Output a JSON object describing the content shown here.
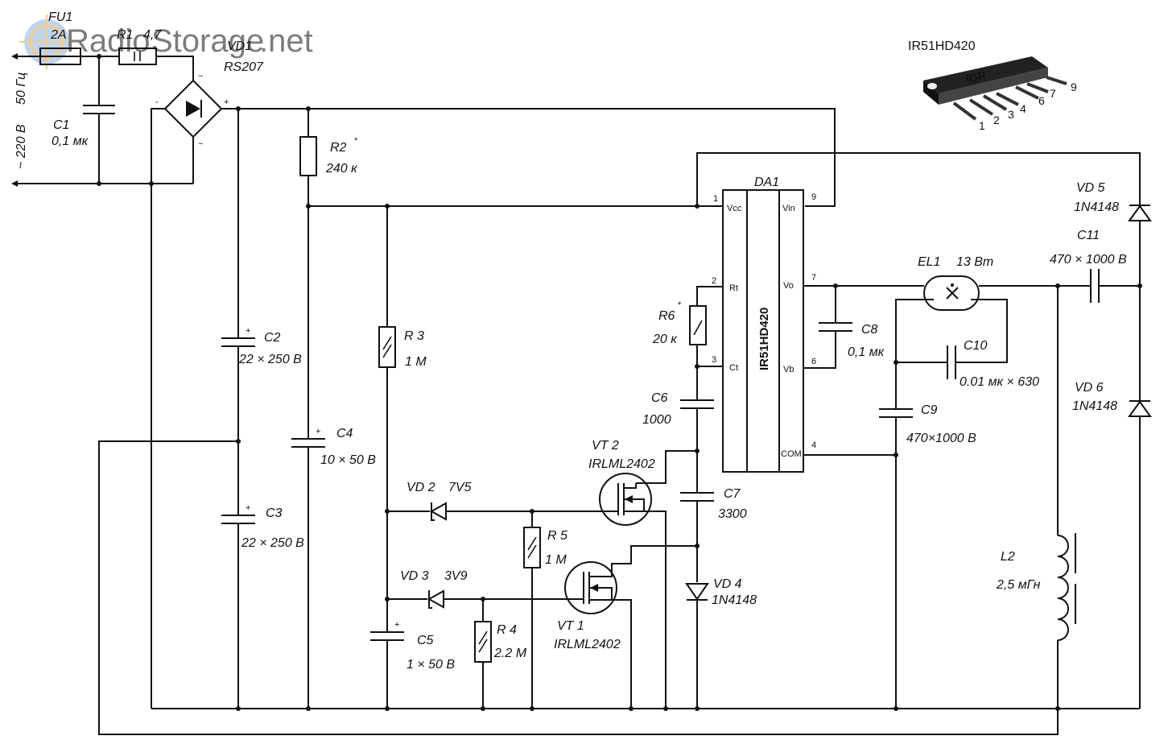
{
  "watermark": {
    "radio": "Radio",
    "storage": "Storage",
    "net": ".net"
  },
  "mains": {
    "voltage": "~ 220 В",
    "freq": "50 Гц"
  },
  "package": {
    "name": "IR51HD420",
    "logo": "IGR",
    "pins": [
      "1",
      "2",
      "3",
      "4",
      "6",
      "7",
      "9"
    ]
  },
  "chip": {
    "ref": "DA1",
    "part": "IR51HD420",
    "pins": {
      "vcc": {
        "num": "1",
        "name": "Vcc"
      },
      "rt": {
        "num": "2",
        "name": "Rt"
      },
      "ct": {
        "num": "3",
        "name": "Ct"
      },
      "vin": {
        "num": "9",
        "name": "Vin"
      },
      "vo": {
        "num": "7",
        "name": "Vo"
      },
      "vb": {
        "num": "6",
        "name": "Vb"
      },
      "com": {
        "num": "4",
        "name": "COM"
      }
    }
  },
  "components": {
    "fu1": {
      "ref": "FU1",
      "value": "2А"
    },
    "r1": {
      "ref": "R1",
      "value": "4,7"
    },
    "vd1": {
      "ref": "VD1",
      "value": "RS207"
    },
    "c1": {
      "ref": "C1",
      "value": "0,1 мк"
    },
    "r2": {
      "ref": "R2",
      "mark": "*",
      "value": "240 к"
    },
    "c2": {
      "ref": "C2",
      "value": "22 × 250 В"
    },
    "c3": {
      "ref": "C3",
      "value": "22 × 250 В"
    },
    "c4": {
      "ref": "C4",
      "value": "10 × 50 В"
    },
    "r3": {
      "ref": "R 3",
      "value": "1 М"
    },
    "r6": {
      "ref": "R6",
      "mark": "*",
      "value": "20 к"
    },
    "c6": {
      "ref": "C6",
      "value": "1000"
    },
    "c7": {
      "ref": "C7",
      "value": "3300"
    },
    "vt2": {
      "ref": "VT 2",
      "value": "IRLML2402"
    },
    "vd2": {
      "ref": "VD 2",
      "value": "7V5"
    },
    "r5": {
      "ref": "R 5",
      "value": "1 М"
    },
    "vd3": {
      "ref": "VD 3",
      "value": "3V9"
    },
    "vt1": {
      "ref": "VT 1",
      "value": "IRLML2402"
    },
    "vd4": {
      "ref": "VD 4",
      "value": "1N4148"
    },
    "c5": {
      "ref": "C5",
      "value": "1 × 50 В"
    },
    "r4": {
      "ref": "R 4",
      "value": "2.2 М"
    },
    "c8": {
      "ref": "C8",
      "value": "0,1 мк"
    },
    "el1": {
      "ref": "EL1",
      "value": "13 Вт"
    },
    "c10": {
      "ref": "C10",
      "value": "0.01 мк × 630"
    },
    "c9": {
      "ref": "C9",
      "value": "470×1000 В"
    },
    "c11": {
      "ref": "C11",
      "value": "470 × 1000 В"
    },
    "vd5": {
      "ref": "VD 5",
      "value": "1N4148"
    },
    "vd6": {
      "ref": "VD 6",
      "value": "1N4148"
    },
    "l2": {
      "ref": "L2",
      "value": "2,5 мГн"
    }
  },
  "bridge_marks": {
    "ac1": "~",
    "ac2": "~",
    "plus": "+",
    "minus": "-"
  },
  "polarity_plus": "+"
}
